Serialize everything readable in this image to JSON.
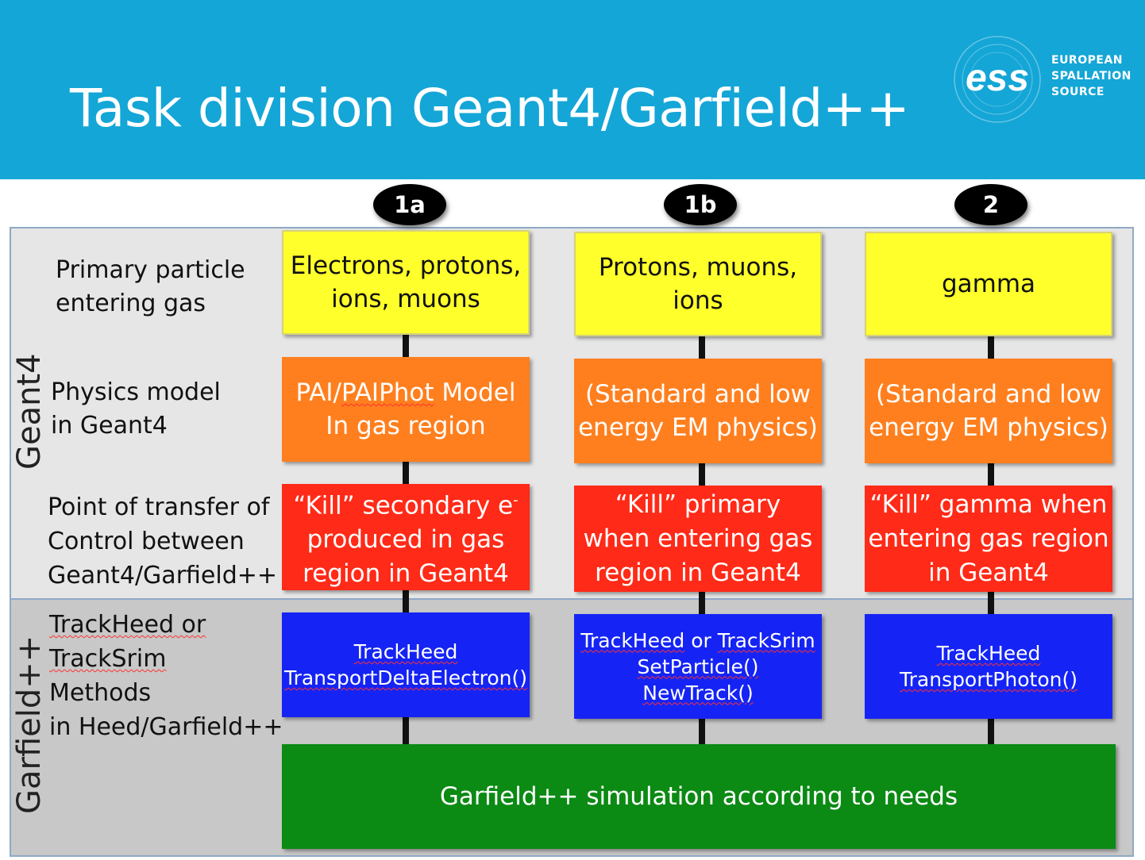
{
  "title": "Task division Geant4/Garfield++",
  "logo": {
    "mark": "ess",
    "lines": [
      "EUROPEAN",
      "SPALLATION",
      "SOURCE"
    ]
  },
  "side_labels": {
    "geant4": "Geant4",
    "garfield": "Garfield++"
  },
  "columns": [
    {
      "badge": "1a",
      "primary": [
        "Electrons, protons,",
        "ions, muons"
      ],
      "physics": [
        "PAI/PAIPhot Model",
        "In gas region"
      ],
      "transfer": [
        "“Kill” secondary e",
        "-",
        "produced in gas",
        "region in Geant4"
      ],
      "methods": [
        "TrackHeed",
        "TransportDeltaElectron()"
      ]
    },
    {
      "badge": "1b",
      "primary": [
        "Protons, muons,",
        "ions"
      ],
      "physics": [
        "(Standard and low",
        "energy EM physics)"
      ],
      "transfer": [
        "“Kill” primary",
        "when entering gas",
        "region in Geant4"
      ],
      "methods": [
        "TrackHeed or TrackSrim",
        "SetParticle()",
        "NewTrack()"
      ]
    },
    {
      "badge": "2",
      "primary": [
        "gamma"
      ],
      "physics": [
        "(Standard and low",
        "energy EM physics)"
      ],
      "transfer": [
        "“Kill” gamma when",
        "entering gas region",
        "in Geant4"
      ],
      "methods": [
        "TrackHeed",
        "TransportPhoton()"
      ]
    }
  ],
  "row_labels": {
    "primary": [
      "Primary particle",
      "entering gas"
    ],
    "physics": [
      "Physics model",
      "in Geant4"
    ],
    "transfer": [
      "Point of transfer of",
      "Control between",
      "Geant4/Garfield++"
    ],
    "methods": [
      "TrackHeed or",
      "TrackSrim",
      "Methods",
      "in Heed/Garfield++"
    ]
  },
  "garfield_box": "Garfield++ simulation according to needs",
  "colors": {
    "header": "#14a6d6",
    "primary": "#ffff2c",
    "physics": "#ff7f1e",
    "transfer": "#ff2a17",
    "methods": "#1524f4",
    "garfield": "#0b8a14"
  }
}
